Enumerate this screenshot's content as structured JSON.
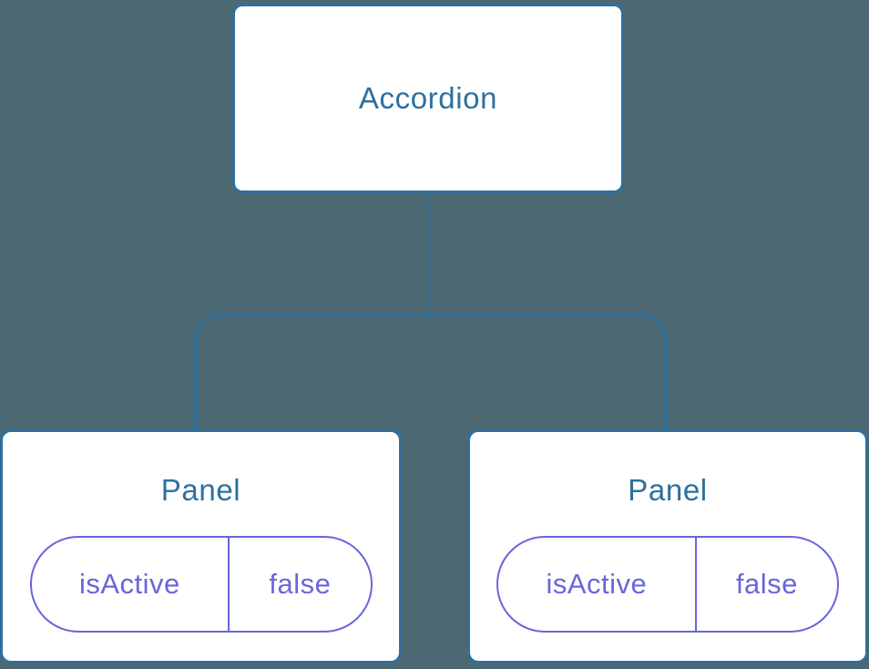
{
  "diagram": {
    "type": "component-tree",
    "tree": {
      "root": {
        "label": "Accordion"
      },
      "children": [
        {
          "label": "Panel",
          "state": {
            "key": "isActive",
            "value": "false"
          }
        },
        {
          "label": "Panel",
          "state": {
            "key": "isActive",
            "value": "false"
          }
        }
      ]
    }
  },
  "colors": {
    "background": "#4C6872",
    "node": "#2E709F",
    "state": "#6767DB",
    "fill": "#FFFFFF"
  }
}
